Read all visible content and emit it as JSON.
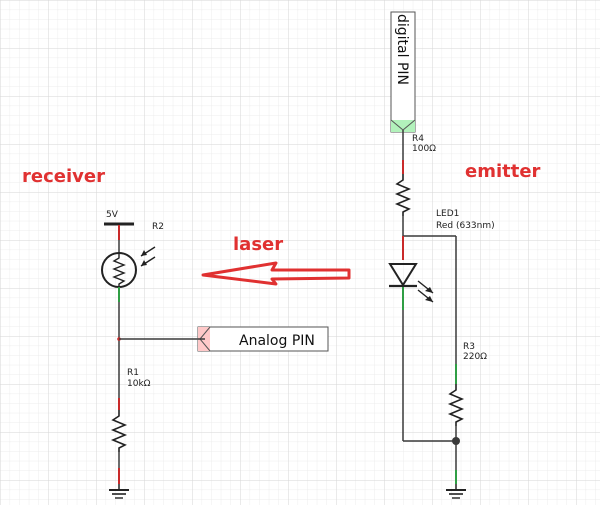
{
  "colors": {
    "grid_minor": "#ebebeb",
    "grid_major": "#d9d9d9",
    "wire": "#3a3a3a",
    "pin_red": "#c92a2a",
    "pin_green": "#2f9e44",
    "annotation_red": "#e03131",
    "port_fill": "#ffffff",
    "digital_tip": "#b2f2bb",
    "analog_tip": "#ffc9c9"
  },
  "labels": {
    "receiver": "receiver",
    "emitter": "emitter",
    "laser": "laser"
  },
  "receiver": {
    "supply": "5V",
    "sensor_ref": "R2",
    "resistor_ref": "R1",
    "resistor_value": "10kΩ",
    "port_label": "Analog PIN"
  },
  "emitter": {
    "port_label": "digital PIN",
    "r4_ref": "R4",
    "r4_value": "100Ω",
    "led_ref": "LED1",
    "led_value": "Red (633nm)",
    "r3_ref": "R3",
    "r3_value": "220Ω"
  }
}
